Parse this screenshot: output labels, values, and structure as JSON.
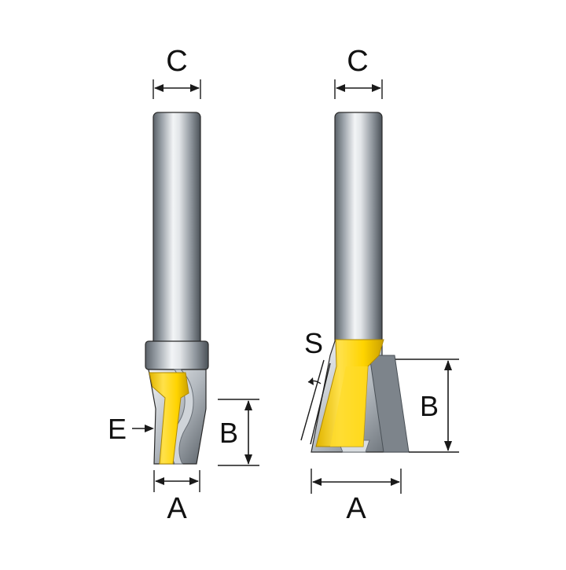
{
  "labels": {
    "left_c": "C",
    "left_e": "E",
    "left_b": "B",
    "left_a": "A",
    "right_c": "C",
    "right_s": "S",
    "right_b": "B",
    "right_a": "A"
  },
  "colors": {
    "cutter_yellow": "#ffd400",
    "cutter_yellow_dark": "#d4a800",
    "steel_light": "#e6e9ec",
    "steel_mid": "#a6adb4",
    "steel_dark": "#4e555c",
    "dimension_ink": "#1a1a1a"
  }
}
